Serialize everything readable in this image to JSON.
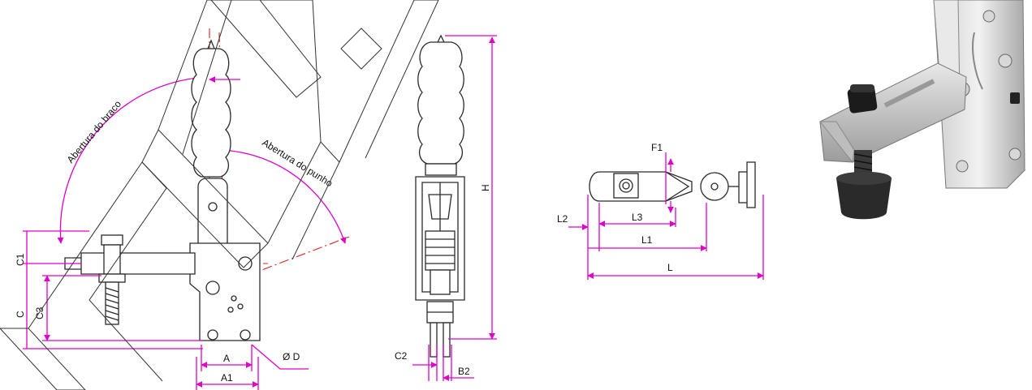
{
  "labels": {
    "arm_opening": "Abertura do braco",
    "handle_opening": "Abertura do punho",
    "c1": "C1",
    "c": "C",
    "c3": "C3",
    "a": "A",
    "a1": "A1",
    "od": "Ø D",
    "h": "H",
    "c2": "C2",
    "b2": "B2",
    "f1": "F1",
    "l2": "L2",
    "l3": "L3",
    "l1": "L1",
    "l": "L"
  },
  "colors": {
    "dimension": "#e000c8",
    "centerline": "#e0201e",
    "outline": "#2a2a2a"
  }
}
